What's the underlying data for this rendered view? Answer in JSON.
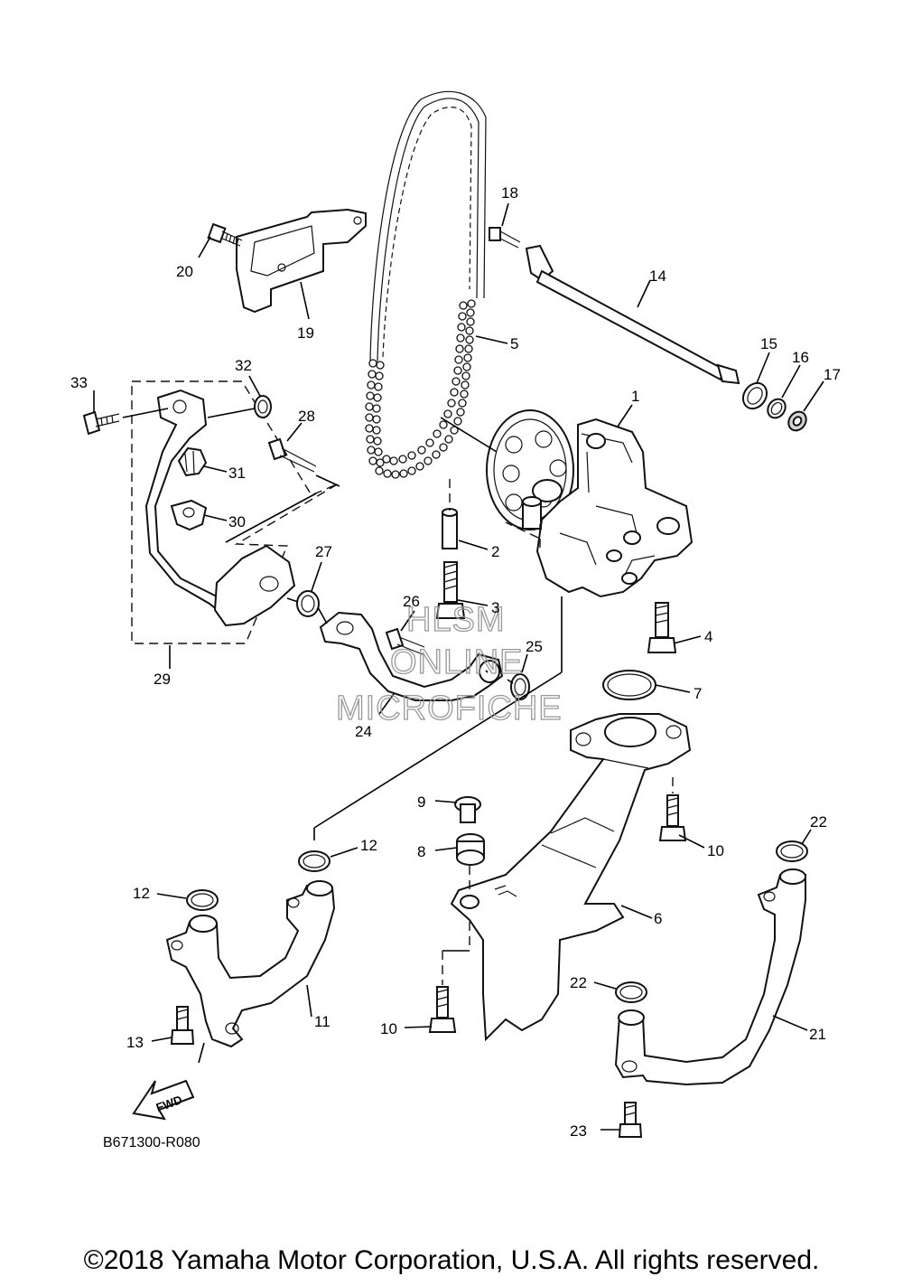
{
  "diagram": {
    "callouts": {
      "c1": "1",
      "c2": "2",
      "c3": "3",
      "c4": "4",
      "c5": "5",
      "c6": "6",
      "c7": "7",
      "c8": "8",
      "c9": "9",
      "c10a": "10",
      "c10b": "10",
      "c11": "11",
      "c12a": "12",
      "c12b": "12",
      "c13": "13",
      "c14": "14",
      "c15": "15",
      "c16": "16",
      "c17": "17",
      "c18": "18",
      "c19": "19",
      "c20": "20",
      "c21": "21",
      "c22a": "22",
      "c22b": "22",
      "c23": "23",
      "c24": "24",
      "c25": "25",
      "c26": "26",
      "c27": "27",
      "c28": "28",
      "c29": "29",
      "c30": "30",
      "c31": "31",
      "c32": "32",
      "c33": "33"
    },
    "watermark": [
      "HLSM",
      "ONLINE",
      "MICROFICHE"
    ],
    "fwd_label": "FWD",
    "drawing_code": "B671300-R080"
  },
  "copyright": "©2018 Yamaha Motor Corporation, U.S.A. All rights reserved."
}
